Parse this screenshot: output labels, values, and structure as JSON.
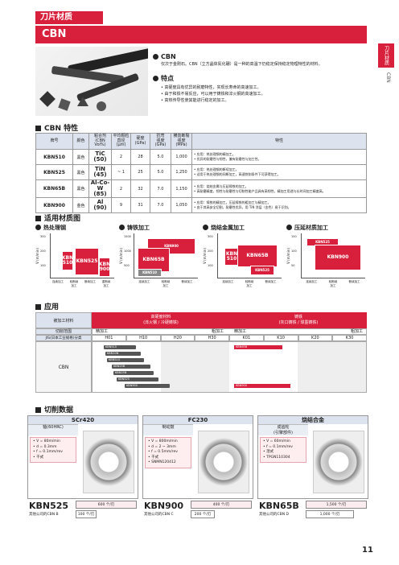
{
  "header": {
    "tag": "刀片材质",
    "title": "CBN"
  },
  "side_tab": {
    "label": "刀片材质",
    "sub": "CBN"
  },
  "intro": {
    "cbn_title": "CBN",
    "cbn_text": "仅次于金刚石。CBN（立方晶体氮化硼）是一种的高温下仍稳定保持稳定物理特性的材料。",
    "feature_title": "特点",
    "features": [
      "• 高硬度具有优异的耐磨特性，实现长寿命的高速加工。",
      "• 由于和铁不易反应，可以用于铸铁和淬火钢的高速加工。",
      "• 高热传导性使其能进行稳定的加工。"
    ]
  },
  "spec": {
    "section": "CBN 特性",
    "headers": [
      "牌号",
      "颜色",
      "粘合剂\n(CBN Vol%)",
      "平均颗粒\n直径\n(μm)",
      "硬度\n(GPa)",
      "抗弯\n强度\n(GPa)",
      "横向断裂\n强度\n(MPa)",
      "特性"
    ],
    "rows": [
      {
        "grade": "KBN510",
        "color": "黑色",
        "binder": "TiC\n(50)",
        "grain": "2",
        "hard": "28",
        "str": "5.0",
        "trs": "1,000",
        "feat": "• 应用：热处理钢的精加工。\n• 优异的耐磨性与韧性，兼有耐磨性与加工性。"
      },
      {
        "grade": "KBN525",
        "color": "黑色",
        "binder": "TiN\n(45)",
        "grain": "~ 1",
        "hard": "25",
        "str": "5.0",
        "trs": "1,250",
        "feat": "• 应用：热处理钢的断续加工。\n• 适用于热处理钢的间断加工，高速铣削条件下可获得加工。"
      },
      {
        "grade": "KBN65B",
        "color": "黑色",
        "binder": "Al-Co-W\n(85)",
        "grain": "2",
        "hard": "32",
        "str": "7.0",
        "trs": "1,150",
        "feat": "• 应用：烧结金属与压延铸铁的加工。\n• 高耐磨精度，韧性与耐磨性与切削性能产品具有高韧性，精加工用途与长时间加工精度高。"
      },
      {
        "grade": "KBN900",
        "color": "金色",
        "binder": "Al\n(90)",
        "grain": "9",
        "hard": "31",
        "str": "7.0",
        "trs": "1,050",
        "feat": "• 应用：铸铁的精加工。压延铸铁的粗加工与精加工。\n• 由于其高安全切割，耐磨性优异，用 TiN 涂层（金色）易于识别。"
      }
    ]
  },
  "charts": {
    "section": "适用材质图",
    "items": [
      {
        "title": "热处理钢",
        "ylabel": "V (m/min)",
        "yticks": [
          "300",
          "200",
          "100"
        ],
        "xlabels": [
          "连续加工",
          "轻断续\n加工",
          "断续加工",
          "重断续\n加工"
        ],
        "boxes": [
          "KBN\n510",
          "KBN525",
          "KBN\n900"
        ]
      },
      {
        "title": "铸铁加工",
        "ylabel": "V (m/min)",
        "yticks": [
          "1500",
          "1000",
          "500"
        ],
        "xlabels": [
          "连续加工",
          "轻断续\n加工",
          "断续加工"
        ],
        "boxes": [
          "KBN900",
          "KBN65B",
          "KBN510"
        ]
      },
      {
        "title": "烧结金属加工",
        "ylabel": "V (m/min)",
        "yticks": [
          "300",
          "200",
          "100"
        ],
        "xlabels": [
          "连续加工",
          "轻断续\n加工",
          "断续加工"
        ],
        "boxes": [
          "KBN\n510",
          "KBN65B",
          "KBN525"
        ]
      },
      {
        "title": "压延材质加工",
        "ylabel": "V (m/min)",
        "yticks": [
          "150",
          "100",
          "50"
        ],
        "xlabels": [
          "连续加工",
          "轻断续\n加工",
          "断续加工"
        ],
        "boxes": [
          "KBN525",
          "KBN900"
        ]
      }
    ]
  },
  "application": {
    "section": "应用",
    "row_label1": "被加工材料",
    "row_label2": "切削范围",
    "row_label3": "JIS(日本工业规格)分类",
    "group1": "高硬度材料\n(淬火钢 / 冷硬铸铁)",
    "group2": "铸铁\n(灰口铸铁 / 球墨铸铁)",
    "range_left": "精加工",
    "range_mid": "粗加工",
    "range_left2": "精加工",
    "range_right": "粗加工",
    "jis": [
      "H01",
      "H10",
      "H20",
      "H30",
      "K01",
      "K10",
      "K20",
      "K30"
    ],
    "cbn_label": "CBN",
    "bars_left": [
      "KBN510",
      "KBN10N",
      "KBN510",
      "KBN25B",
      "KBN25N",
      "KBN525",
      "KBN900"
    ],
    "bar_right": "KBN65B",
    "bar_right2": "KBN900"
  },
  "cutting": {
    "section": "切削数据",
    "cases": [
      {
        "material": "SCr420",
        "sub": "轴(60HRC)",
        "conds": [
          "• V = 80m/min",
          "• d = 0.3mm",
          "• f = 0.1mm/rev",
          "• 干式"
        ],
        "grade": "KBN525",
        "life": "600 个/刃",
        "compare": "其他公司的CBN B",
        "compare_life": "100 个/刃"
      },
      {
        "material": "FC230",
        "sub": "制动鼓",
        "conds": [
          "• V = 800m/min",
          "• d = 2 ~ 3mm",
          "• f = 0.5mm/rev",
          "• 干式",
          "• SNMN120412"
        ],
        "grade": "KBN900",
        "life": "400 个/刃",
        "compare": "其他公司的CBN C",
        "compare_life": "200 个/刃"
      },
      {
        "material": "烧结合金",
        "sub": "成齿轮\n(引擎部件)",
        "conds": [
          "• V = 60m/min",
          "• f = 0.1mm/rev",
          "• 湿式",
          "• TPGN110304"
        ],
        "grade": "KBN65B",
        "life": "1,500 个/刃",
        "compare": "其他公司的CBN D",
        "compare_life": "1,000 个/刃"
      }
    ]
  },
  "page_number": "11",
  "colors": {
    "accent": "#d81f3c",
    "header_blue": "#dde3ee"
  }
}
